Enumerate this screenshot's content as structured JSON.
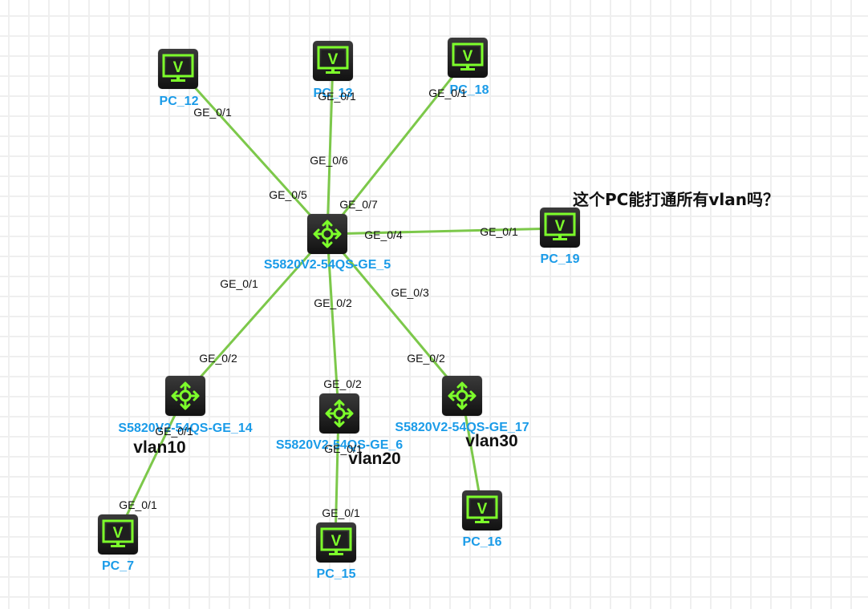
{
  "canvas": {
    "grid": true,
    "link_color": "#7cc84a",
    "node_label_color": "#1a9be8",
    "device_icon_color": "#7dff2b"
  },
  "nodes": [
    {
      "id": "PC_12",
      "type": "pc",
      "label": "PC_12"
    },
    {
      "id": "PC_13",
      "type": "pc",
      "label": "PC_13"
    },
    {
      "id": "PC_18",
      "type": "pc",
      "label": "PC_18"
    },
    {
      "id": "PC_19",
      "type": "pc",
      "label": "PC_19"
    },
    {
      "id": "S5",
      "type": "switch",
      "label": "S5820V2-54QS-GE_5"
    },
    {
      "id": "S14",
      "type": "switch",
      "label": "S5820V2-54QS-GE_14"
    },
    {
      "id": "S6",
      "type": "switch",
      "label": "S5820V2-54QS-GE_6"
    },
    {
      "id": "S17",
      "type": "switch",
      "label": "S5820V2-54QS-GE_17"
    },
    {
      "id": "PC_7",
      "type": "pc",
      "label": "PC_7"
    },
    {
      "id": "PC_15",
      "type": "pc",
      "label": "PC_15"
    },
    {
      "id": "PC_16",
      "type": "pc",
      "label": "PC_16"
    }
  ],
  "links": [
    {
      "from": "PC_12",
      "from_port": "GE_0/1",
      "to": "S5",
      "to_port": "GE_0/5"
    },
    {
      "from": "PC_13",
      "from_port": "GE_0/1",
      "to": "S5",
      "to_port": "GE_0/6"
    },
    {
      "from": "PC_18",
      "from_port": "GE_0/1",
      "to": "S5",
      "to_port": "GE_0/7"
    },
    {
      "from": "PC_19",
      "from_port": "GE_0/1",
      "to": "S5",
      "to_port": "GE_0/4"
    },
    {
      "from": "S5",
      "from_port": "GE_0/1",
      "to": "S14",
      "to_port": "GE_0/2"
    },
    {
      "from": "S5",
      "from_port": "GE_0/2",
      "to": "S6",
      "to_port": "GE_0/2"
    },
    {
      "from": "S5",
      "from_port": "GE_0/3",
      "to": "S17",
      "to_port": "GE_0/2"
    },
    {
      "from": "S14",
      "from_port": "GE_0/1",
      "to": "PC_7",
      "to_port": "GE_0/1"
    },
    {
      "from": "S6",
      "from_port": "GE_0/1",
      "to": "PC_15",
      "to_port": "GE_0/1"
    },
    {
      "from": "S17",
      "from_port": "",
      "to": "PC_16",
      "to_port": ""
    }
  ],
  "vlan_labels": {
    "vlan10": "vlan10",
    "vlan20": "vlan20",
    "vlan30": "vlan30"
  },
  "annotation": "这个PC能打通所有vlan吗？"
}
